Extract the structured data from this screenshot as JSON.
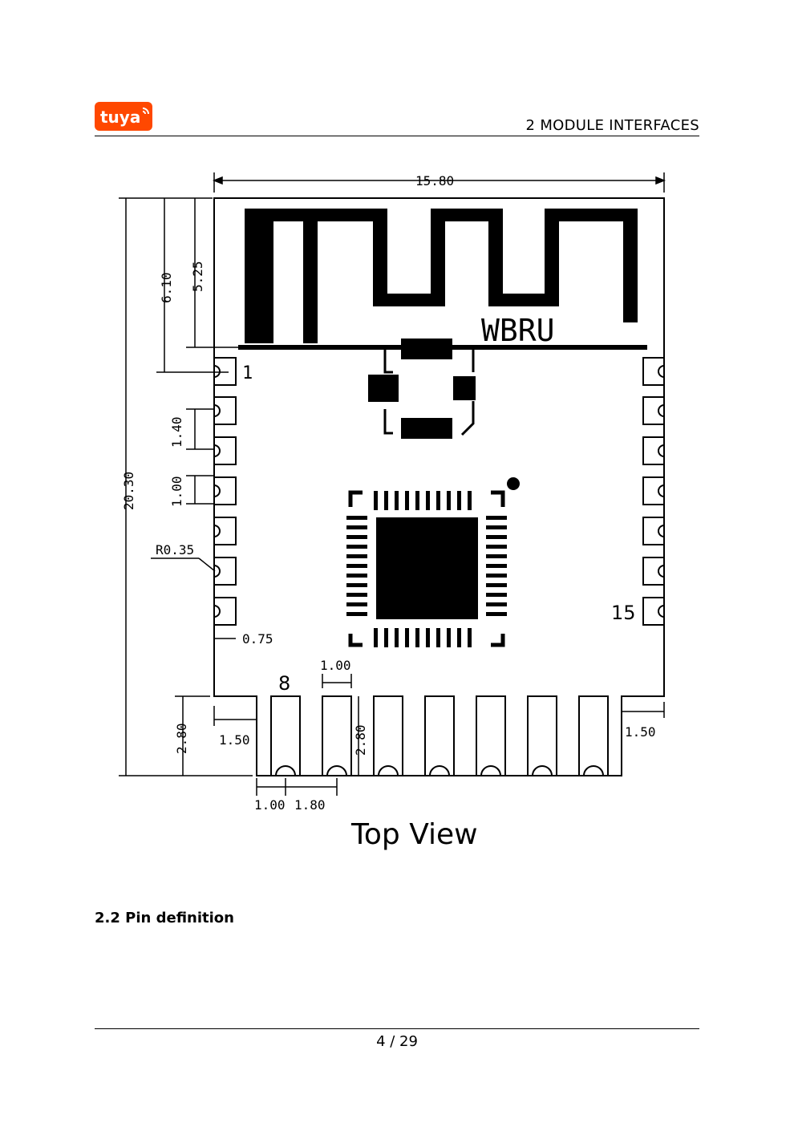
{
  "header": {
    "logo_text": "tuya",
    "section": "2   MODULE INTERFACES"
  },
  "diagram": {
    "module_label": "WBRU",
    "view_title": "Top View",
    "pin_labels": {
      "pin1": "1",
      "pin8": "8",
      "pin15": "15"
    },
    "dimensions": {
      "width": "15.80",
      "height": "20.30",
      "antenna_to_pin1": "6.10",
      "antenna_height": "5.25",
      "pin_pitch": "1.40",
      "pin_width": "1.00",
      "corner_radius": "R0.35",
      "pad_depth": "0.75",
      "bottom_pad_width": "1.00",
      "bottom_left_offset": "1.50",
      "bottom_right_offset": "1.50",
      "bottom_height_left": "2.80",
      "bottom_height_mid": "2.80",
      "bottom_spacing_a": "1.00",
      "bottom_spacing_b": "1.80"
    }
  },
  "section": {
    "title": "2.2  Pin definition"
  },
  "footer": {
    "page": "4 / 29"
  },
  "colors": {
    "logo": "#ff4800",
    "ink": "#000000"
  }
}
